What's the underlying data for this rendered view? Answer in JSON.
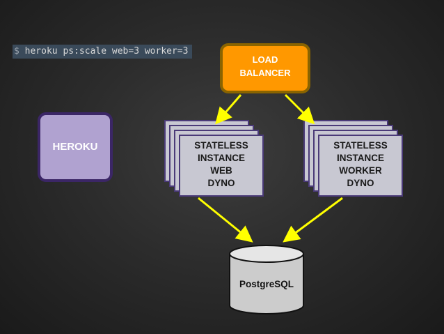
{
  "command": {
    "prompt": "$",
    "text": "heroku ps:scale web=3 worker=3"
  },
  "load_balancer": {
    "line1": "LOAD",
    "line2": "BALANCER"
  },
  "heroku": {
    "label": "HEROKU"
  },
  "web_dyno": {
    "line1": "STATELESS",
    "line2": "INSTANCE",
    "line3": "WEB",
    "line4": "DYNO"
  },
  "worker_dyno": {
    "line1": "STATELESS",
    "line2": "INSTANCE",
    "line3": "WORKER",
    "line4": "DYNO"
  },
  "database": {
    "label": "PostgreSQL"
  },
  "colors": {
    "load_balancer_fill": "#ff9800",
    "load_balancer_border": "#8a6400",
    "heroku_fill": "#b0a2d0",
    "heroku_border": "#3b2666",
    "dyno_fill": "#c8c8d2",
    "dyno_border": "#4a3a78",
    "database_fill": "#cccccc",
    "arrow": "#ffff00"
  }
}
